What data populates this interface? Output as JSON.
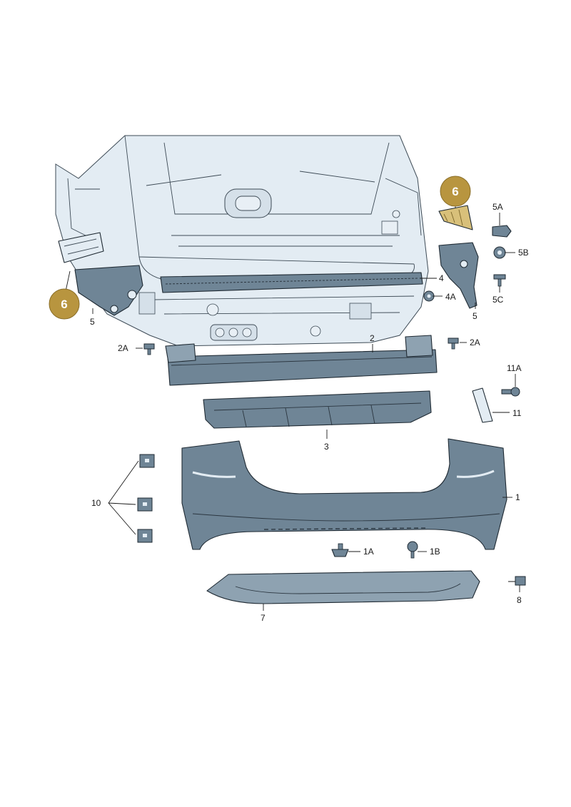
{
  "diagram": {
    "labels": {
      "p1": "1",
      "p1A": "1A",
      "p1B": "1B",
      "p2": "2",
      "p2A_left": "2A",
      "p2A_right": "2A",
      "p3": "3",
      "p4": "4",
      "p4A": "4A",
      "p5_left": "5",
      "p5_right": "5",
      "p5A": "5A",
      "p5B": "5B",
      "p5C": "5C",
      "p7": "7",
      "p8": "8",
      "p10": "10",
      "p11": "11",
      "p11A": "11A"
    },
    "callouts": {
      "left": "6",
      "right": "6"
    },
    "colors": {
      "part_fill": "#6f8596",
      "part_fill_light": "#8ea2b1",
      "body_fill": "#e3ecf3",
      "highlight_fill": "#d8c07a",
      "callout_fill": "#b8953f"
    }
  }
}
